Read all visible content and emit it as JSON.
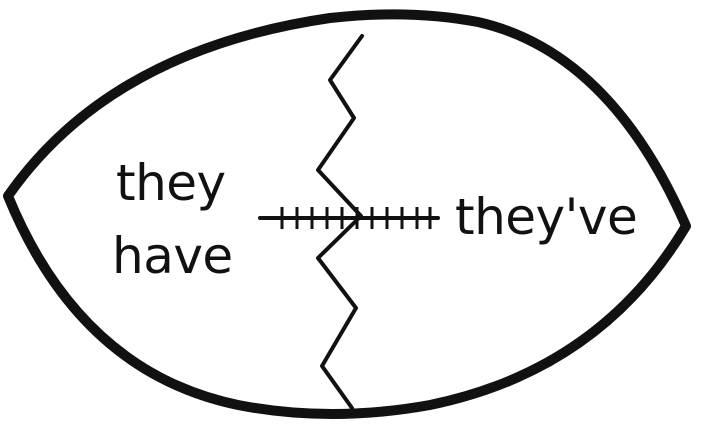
{
  "left_piece": {
    "line1": "they",
    "line2": "have"
  },
  "right_piece": {
    "word": "they've"
  },
  "colors": {
    "ink": "#111111",
    "paper": "#ffffff"
  },
  "shape": "football-puzzle",
  "icons": [
    "football-outline-icon",
    "zigzag-cut-line",
    "lace-stitch-icon"
  ]
}
